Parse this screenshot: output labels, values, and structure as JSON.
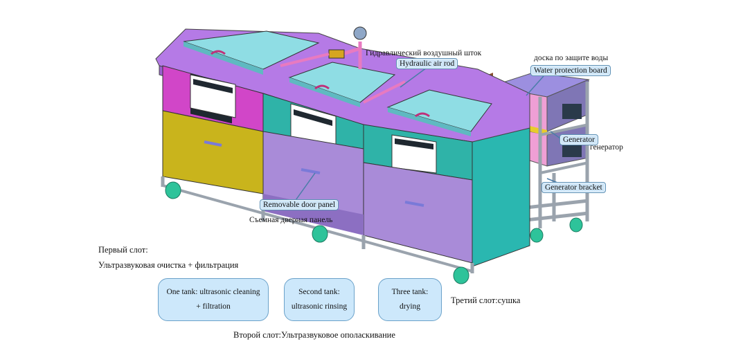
{
  "labels": {
    "hydraulic_ru": "Гидравлический воздушный шток",
    "hydraulic_en": "Hydraulic air rod",
    "water_ru": "доска по защите воды",
    "water_en": "Water protection board",
    "generator_en": "Generator",
    "generator_ru": "генератор",
    "bracket_en": "Generator bracket",
    "door_en": "Removable door panel",
    "door_ru": "Съемная дверная панель",
    "first_slot_title": "Первый слот:",
    "first_slot_desc": "Ультразвуковая очистка + фильтрация",
    "third_slot": "Третий слот:сушка",
    "second_slot": "Второй слот:Ультразвуковое ополаскивание"
  },
  "tanks": [
    {
      "line1": "One tank: ultrasonic cleaning",
      "line2": "+ filtration"
    },
    {
      "line1": "Second tank:",
      "line2": "ultrasonic rinsing"
    },
    {
      "line1": "Three tank:",
      "line2": "drying"
    }
  ],
  "colors": {
    "top_frame": "#b57ae6",
    "lid": "#8fdde4",
    "magenta": "#d146c8",
    "teal": "#2fb3a8",
    "yellow": "#c9b41c",
    "lavender": "#a98bd8",
    "end_panel": "#2ab7b0",
    "frame": "#9aa3ad",
    "wheel": "#2ec39a",
    "box": "#b0683e",
    "pink": "#ef9fd5",
    "callout_bg": "#cfe6f7"
  }
}
